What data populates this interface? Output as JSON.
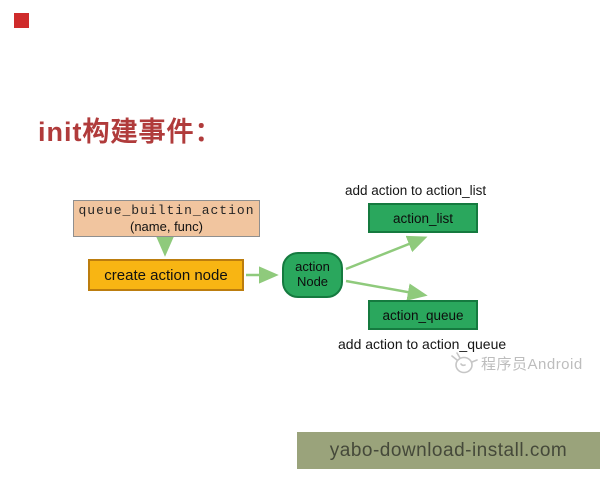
{
  "page": {
    "title": "init构建事件："
  },
  "diagram": {
    "nodes": {
      "queue_builtin_action": {
        "line1": "queue_builtin_action",
        "line2": "(name, func)"
      },
      "create_action_node": {
        "label": "create action node"
      },
      "action_node": {
        "line1": "action",
        "line2": "Node"
      },
      "action_list": {
        "label": "action_list"
      },
      "action_queue": {
        "label": "action_queue"
      }
    },
    "annotations": {
      "add_to_list": "add action to action_list",
      "add_to_queue": "add action to action_queue"
    },
    "colors": {
      "title_red": "#b03b3b",
      "peach_fill": "#f1c59f",
      "amber_fill": "#f8b513",
      "amber_border": "#bc7d0e",
      "green_fill": "#2aa75d",
      "green_border": "#157a3f",
      "arrow_green": "#8fca7c",
      "marker_red": "#cf2b2b"
    }
  },
  "watermark": {
    "text": "程序员Android",
    "logo_icon": "bird-scribble-logo-icon",
    "color": "#bdbdbd"
  },
  "banner": {
    "text": "yabo-download-install.com",
    "bg": "#9aa37b",
    "text_color": "#45493a"
  }
}
